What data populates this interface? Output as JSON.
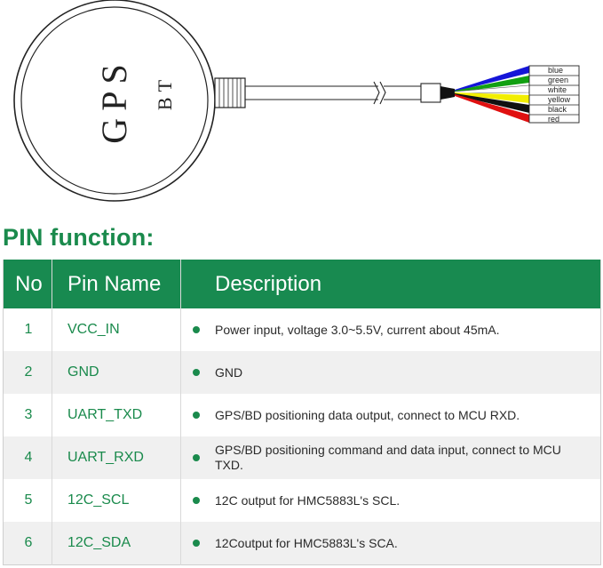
{
  "device": {
    "label_main": "GPS",
    "label_sub": "BT",
    "wires": [
      {
        "name": "blue",
        "color": "#1515d8"
      },
      {
        "name": "green",
        "color": "#12a012"
      },
      {
        "name": "white",
        "color": "#ffffff"
      },
      {
        "name": "yellow",
        "color": "#f2ee00"
      },
      {
        "name": "black",
        "color": "#111111"
      },
      {
        "name": "red",
        "color": "#e01010"
      }
    ]
  },
  "section_title": "PIN function:",
  "table": {
    "headers": {
      "no": "No",
      "pin_name": "Pin Name",
      "description": "Description"
    },
    "rows": [
      {
        "no": "1",
        "pin_name": "VCC_IN",
        "description": "Power input, voltage 3.0~5.5V, current about 45mA."
      },
      {
        "no": "2",
        "pin_name": "GND",
        "description": "GND"
      },
      {
        "no": "3",
        "pin_name": "UART_TXD",
        "description": "GPS/BD positioning data output, connect to MCU RXD."
      },
      {
        "no": "4",
        "pin_name": "UART_RXD",
        "description": "GPS/BD positioning command and data input, connect to MCU TXD."
      },
      {
        "no": "5",
        "pin_name": "12C_SCL",
        "description": "12C output for HMC5883L's SCL."
      },
      {
        "no": "6",
        "pin_name": "12C_SDA",
        "description": "12Coutput for HMC5883L's SCA."
      }
    ]
  },
  "colors": {
    "accent": "#1a8a4c",
    "header_bg": "#188a50",
    "row_alt_bg": "#f0f0f0"
  }
}
